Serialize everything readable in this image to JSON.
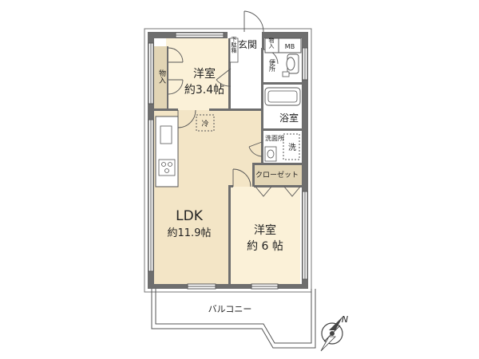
{
  "colors": {
    "ldk_floor": "#f3e5c6",
    "room_floor": "#fbf1d8",
    "wet_floor": "#ffffff",
    "storage_floor": "#e2d5b5",
    "wall": "#6e6e6e"
  },
  "rooms": {
    "western_small": {
      "name": "洋室",
      "size": "約3.4帖"
    },
    "ldk": {
      "name": "LDK",
      "size": "約11.9帖"
    },
    "western_large": {
      "name": "洋室",
      "size": "約 6 帖"
    },
    "entrance": {
      "name": "玄関"
    },
    "bath": {
      "name": "浴室"
    },
    "washroom": {
      "name": "洗面所"
    },
    "toilet": {
      "name": "便所"
    },
    "balcony": {
      "name": "バルコニー"
    }
  },
  "fixtures": {
    "storage_side": "物入",
    "storage_entry": "物入",
    "meter_box": "MB",
    "shoe_rack": "下駄箱",
    "fridge": "冷",
    "washer": "洗",
    "closet": "クローゼット"
  },
  "compass": {
    "north": "N"
  }
}
